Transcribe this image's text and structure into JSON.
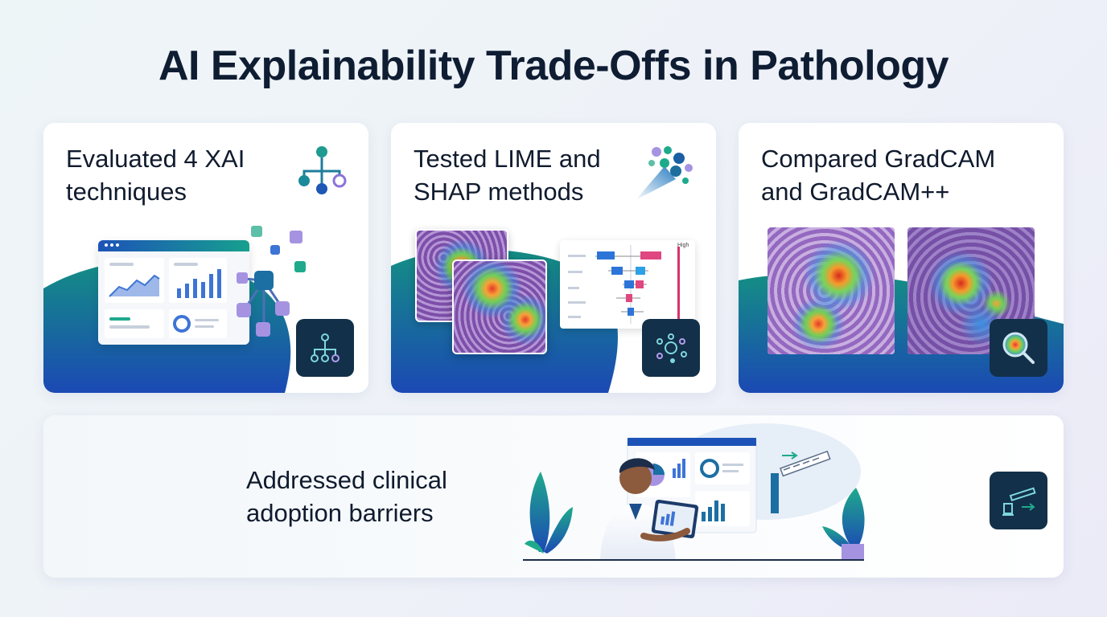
{
  "title": "AI Explainability Trade-Offs in Pathology",
  "cards": [
    {
      "text": "Evaluated 4 XAI\ntechniques",
      "icon": "hierarchy-icon"
    },
    {
      "text": "Tested LIME and\nSHAP methods",
      "icon": "particles-icon",
      "shap_axis_label": "High"
    },
    {
      "text": "Compared GradCAM\nand GradCAM++",
      "icon": "magnifier-heatmap-icon"
    }
  ],
  "bottom_card": {
    "text": "Addressed clinical\nadoption barriers",
    "icon": "barrier-gate-icon"
  },
  "colors": {
    "title": "#0f1d33",
    "gradient_teal": "#128a86",
    "gradient_blue": "#1a4fb5",
    "icon_bg": "#123049",
    "heat_red": "#e4392a",
    "tissue_purple": "#9a72c2"
  }
}
